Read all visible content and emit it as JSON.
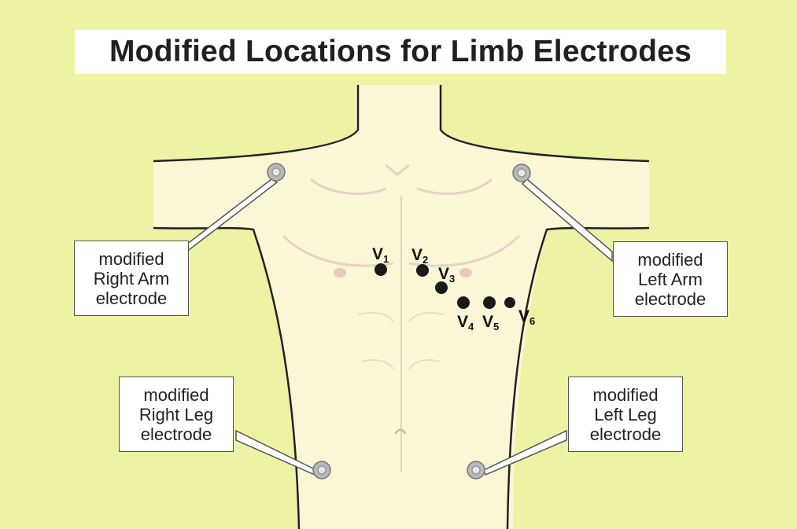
{
  "title": "Modified Locations for Limb Electrodes",
  "callouts": {
    "right_arm": [
      "modified",
      "Right Arm",
      "electrode"
    ],
    "left_arm": [
      "modified",
      "Left Arm",
      "electrode"
    ],
    "right_leg": [
      "modified",
      "Right Leg",
      "electrode"
    ],
    "left_leg": [
      "modified",
      "Left Leg",
      "electrode"
    ]
  },
  "leads": [
    {
      "letter": "V",
      "num": "1"
    },
    {
      "letter": "V",
      "num": "2"
    },
    {
      "letter": "V",
      "num": "3"
    },
    {
      "letter": "V",
      "num": "4"
    },
    {
      "letter": "V",
      "num": "5"
    },
    {
      "letter": "V",
      "num": "6"
    }
  ],
  "colors": {
    "background": "#eef2a4",
    "skin": "#fbf7d6",
    "outline": "#222222",
    "electrode": "#b8b8b8",
    "precordial": "#1a1a1a"
  }
}
